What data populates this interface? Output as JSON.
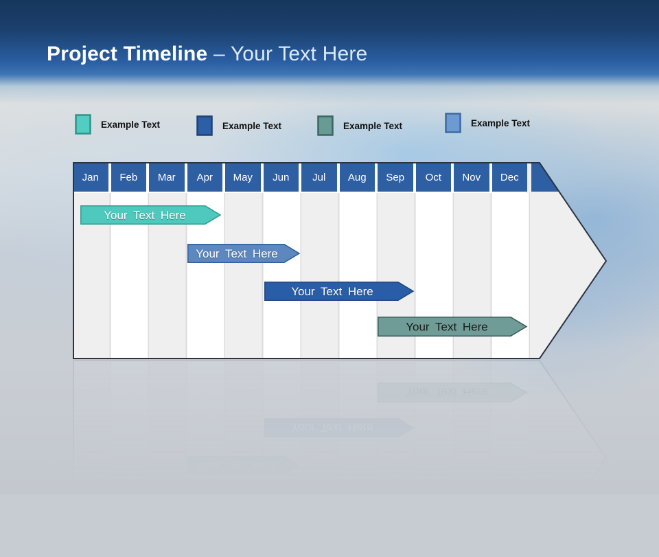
{
  "slide": {
    "title_bold": "Project Timeline",
    "title_rest": " – Your Text Here"
  },
  "legend": {
    "items": [
      {
        "label": "Example Text",
        "color": "#52CDC1",
        "border": "#2E948C"
      },
      {
        "label": "Example Text",
        "color": "#2D5FA6",
        "border": "#1E4176"
      },
      {
        "label": "Example Text",
        "color": "#679B93",
        "border": "#3A665F"
      },
      {
        "label": "Example Text",
        "color": "#6C9BD2",
        "border": "#3E69A0"
      }
    ]
  },
  "timeline": {
    "header_color": "#2E5FA3",
    "months": [
      "Jan",
      "Feb",
      "Mar",
      "Apr",
      "May",
      "Jun",
      "Jul",
      "Aug",
      "Sep",
      "Oct",
      "Nov",
      "Dec"
    ],
    "bars": [
      {
        "label": "Your Text Here",
        "color": "#4FC8BD",
        "border": "#2E9C94",
        "text_color": "#FFFFFF"
      },
      {
        "label": "Your Text Here",
        "color": "#5C88BF",
        "border": "#2F5D9C",
        "text_color": "#FFFFFF"
      },
      {
        "label": "Your Text Here",
        "color": "#2A5DA8",
        "border": "#1E4680",
        "text_color": "#FFFFFF"
      },
      {
        "label": "Your Text Here",
        "color": "#6F9C96",
        "border": "#355B5C",
        "text_color": "#1A1A1A"
      }
    ]
  },
  "chart_data": {
    "type": "gantt",
    "title": "Project Timeline – Your Text Here",
    "categories": [
      "Jan",
      "Feb",
      "Mar",
      "Apr",
      "May",
      "Jun",
      "Jul",
      "Aug",
      "Sep",
      "Oct",
      "Nov",
      "Dec"
    ],
    "bars": [
      {
        "label": "Your Text Here",
        "start_month": "Jan",
        "end_month": "Apr",
        "color": "#4FC8BD"
      },
      {
        "label": "Your Text Here",
        "start_month": "Apr",
        "end_month": "Jun",
        "color": "#5C88BF"
      },
      {
        "label": "Your Text Here",
        "start_month": "Jun",
        "end_month": "Sep",
        "color": "#2A5DA8"
      },
      {
        "label": "Your Text Here",
        "start_month": "Sep",
        "end_month": "Dec",
        "color": "#6F9C96"
      }
    ],
    "legend": [
      "Example Text",
      "Example Text",
      "Example Text",
      "Example Text"
    ],
    "legend_position": "top",
    "grid": "vertical-month-columns",
    "container_shape": "right-arrow"
  }
}
